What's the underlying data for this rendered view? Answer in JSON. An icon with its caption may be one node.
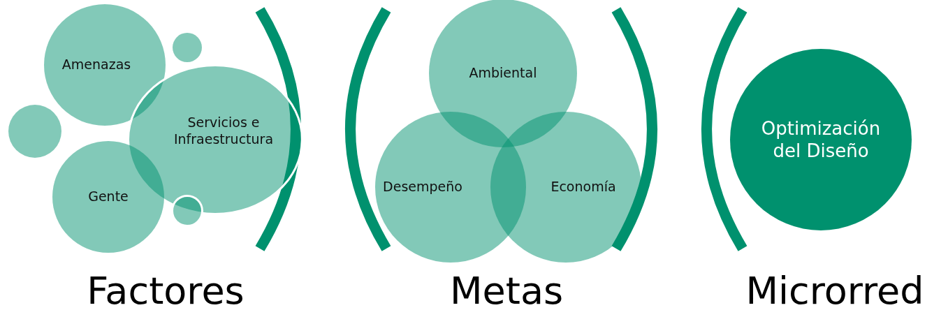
{
  "diagram": {
    "nodes": [
      {
        "text": [
          "Amenazas"
        ]
      },
      {
        "text": [],
        "shape": "circle"
      },
      {
        "text": [],
        "shape": "circle"
      },
      {
        "text": [
          "Servicios e Infraestructura"
        ]
      },
      {
        "text": [
          "Gente"
        ]
      },
      {
        "text": [],
        "shape": "circle"
      },
      {
        "text": [
          "Ambiental"
        ]
      },
      {
        "text": [
          "Desempeño"
        ]
      },
      {
        "text": [
          "Economía"
        ]
      },
      {
        "text": [
          "Optimización del Diseño"
        ]
      }
    ],
    "labels": [
      "Factores",
      "Metas",
      "Microrred"
    ]
  }
}
